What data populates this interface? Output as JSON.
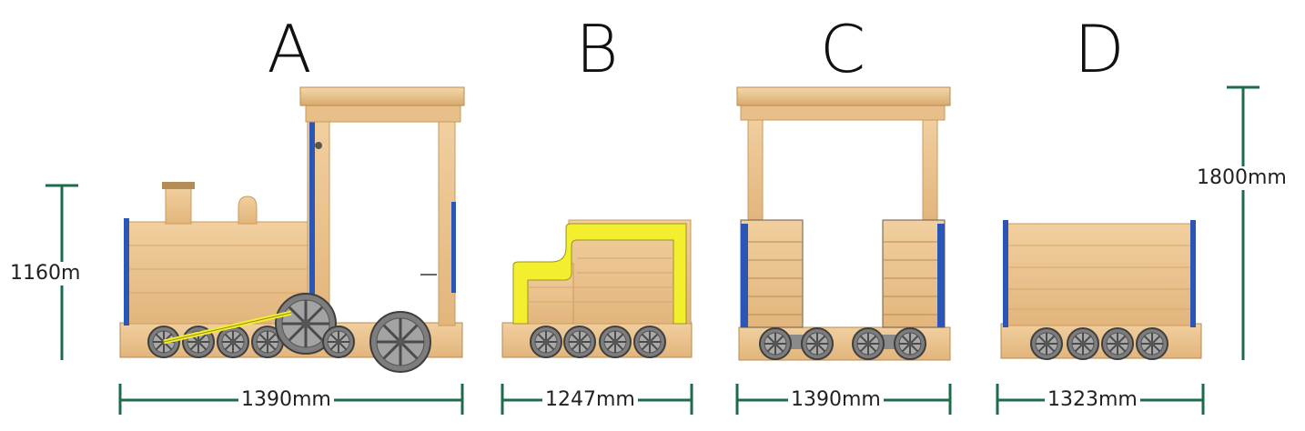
{
  "views": [
    {
      "letter": "A",
      "width_label": "1390mm"
    },
    {
      "letter": "B",
      "width_label": "1247mm"
    },
    {
      "letter": "C",
      "width_label": "1390mm"
    },
    {
      "letter": "D",
      "width_label": "1323mm"
    }
  ],
  "heights": {
    "left": "1160m",
    "right": "1800mm"
  },
  "colors": {
    "dimension_line": "#1c6b4a",
    "wood": "#e9c08b",
    "wood_dark": "#c99a5d",
    "yellow_panel": "#f3ee2e",
    "blue_post": "#2a56b8",
    "wheel": "#8c8c8c",
    "wheel_dark": "#4a4a4a"
  }
}
